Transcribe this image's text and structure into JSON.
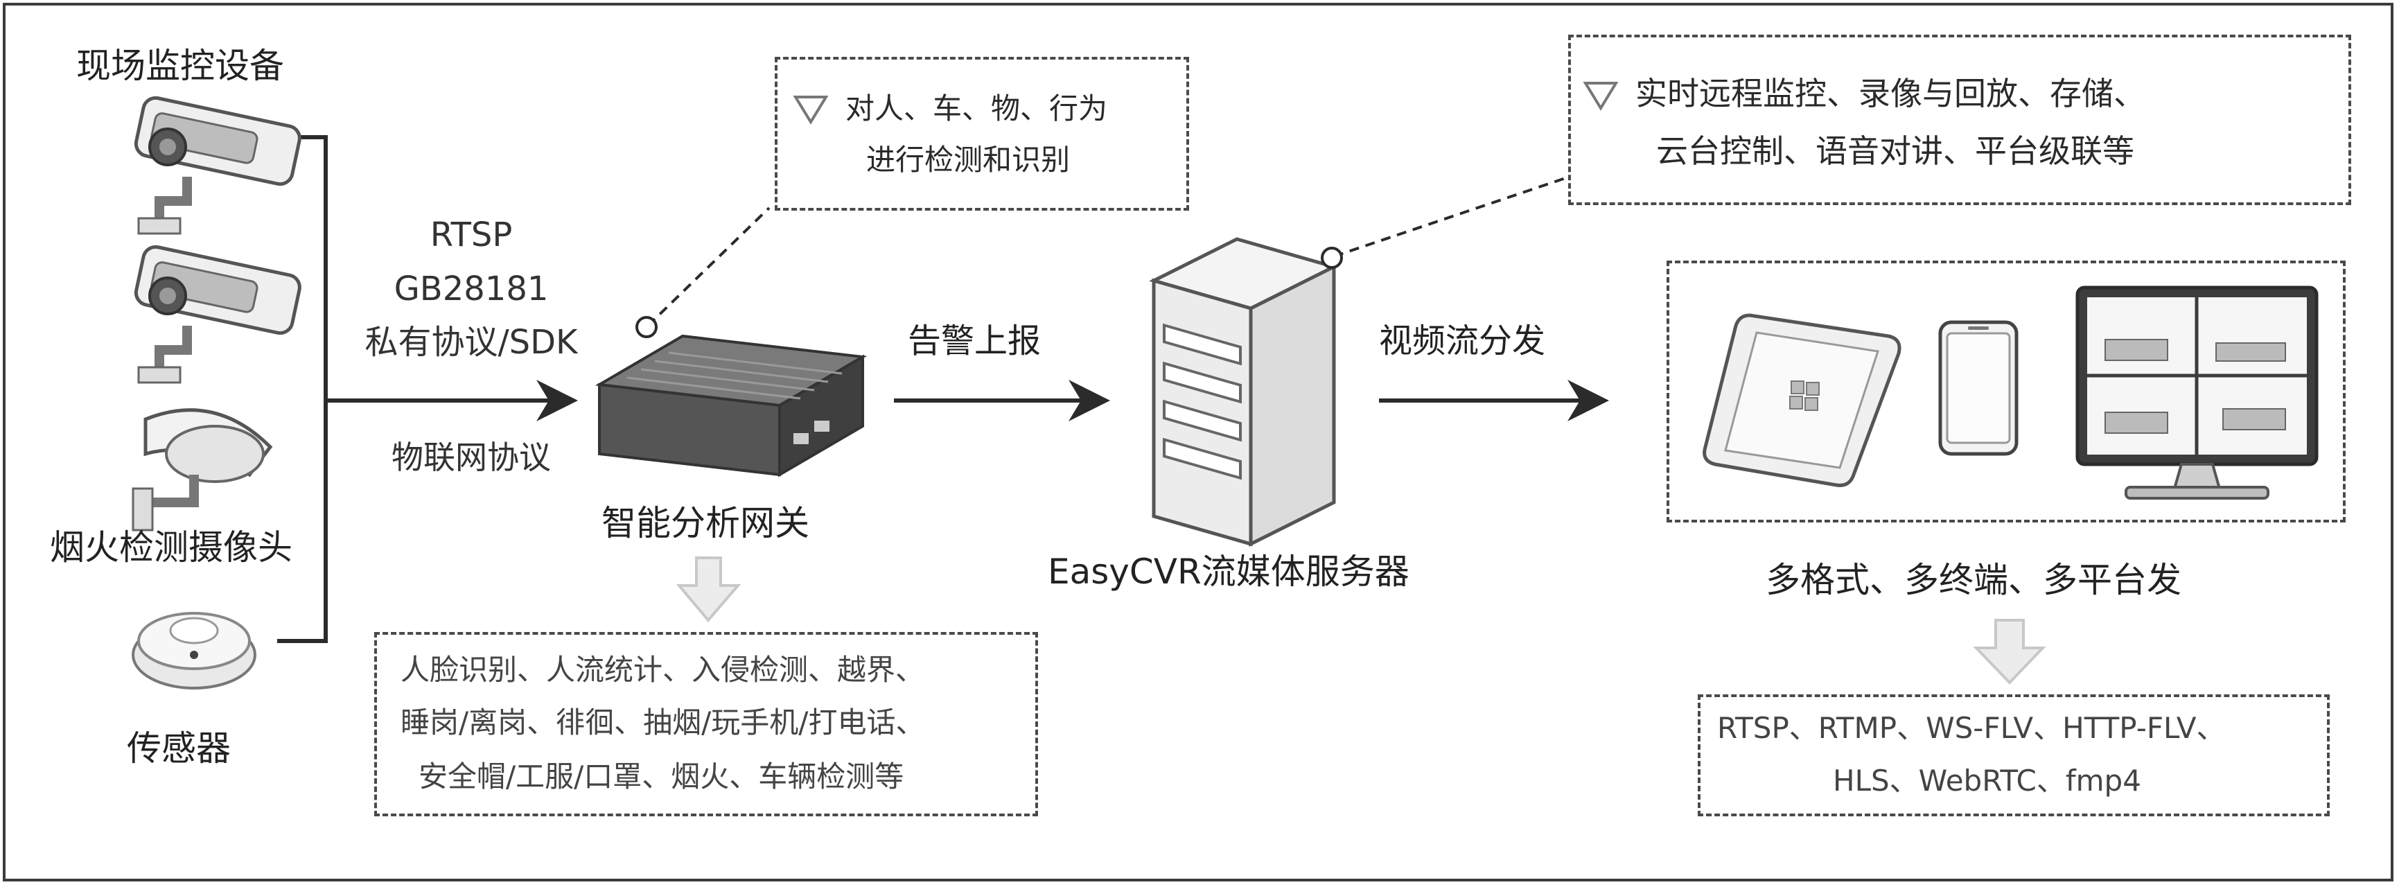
{
  "left": {
    "title": "现场监控设备",
    "fire_camera": "烟火检测摄像头",
    "sensor": "传感器"
  },
  "protocols": {
    "lines": [
      "RTSP",
      "GB28181",
      "私有协议/SDK"
    ],
    "iot": "物联网协议"
  },
  "gateway": {
    "label": "智能分析网关",
    "callout": [
      "对人、车、物、行为",
      "进行检测和识别"
    ],
    "functions": [
      "人脸识别、人流统计、入侵检测、越界、",
      "睡岗/离岗、徘徊、抽烟/玩手机/打电话、",
      "安全帽/工服/口罩、烟火、车辆检测等"
    ]
  },
  "alarm": "告警上报",
  "server": {
    "label": "EasyCVR流媒体服务器",
    "callout": [
      "实时远程监控、录像与回放、存储、",
      "云台控制、语音对讲、平台级联等"
    ]
  },
  "distribution": {
    "arrow_label": "视频流分发",
    "caption": "多格式、多终端、多平台发",
    "formats": [
      "RTSP、RTMP、WS-FLV、HTTP-FLV、",
      "HLS、WebRTC、fmp4"
    ]
  },
  "colors": {
    "line": "#2b2b2b",
    "dash": "#4a4a4a",
    "hollow_arrow": "#d8d8d8"
  },
  "icons": [
    "bullet-camera-icon",
    "bullet-camera-icon",
    "dome-camera-icon",
    "smoke-sensor-icon",
    "gateway-box-icon",
    "server-tower-icon",
    "tablet-icon",
    "phone-icon",
    "monitor-icon"
  ]
}
